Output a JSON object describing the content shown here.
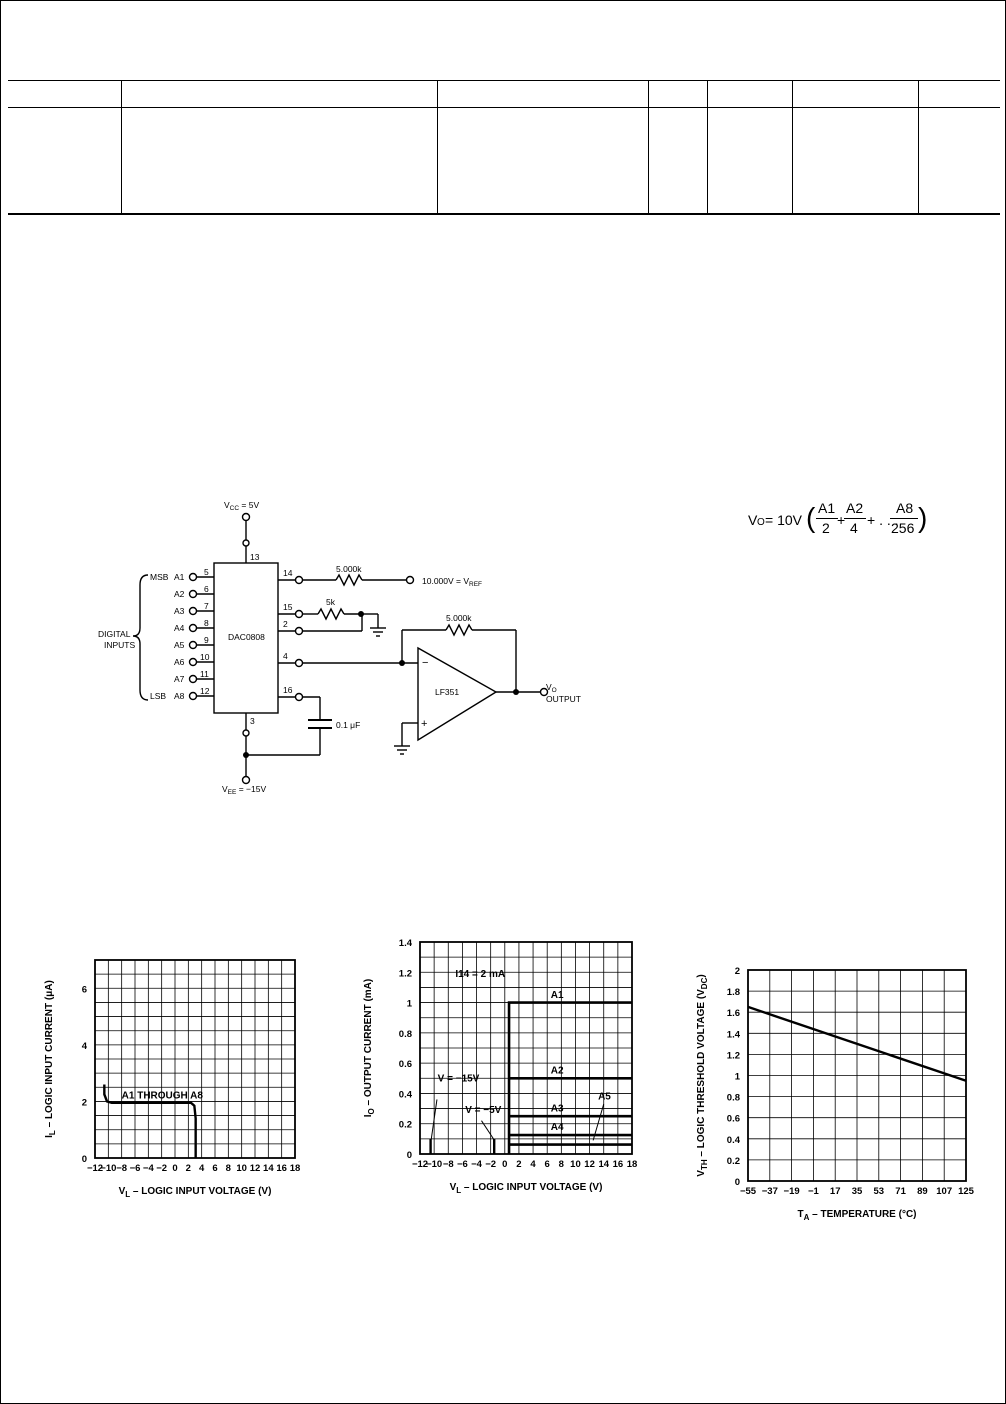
{
  "circuit": {
    "vcc": "V",
    "vcc_sub": "CC",
    "vcc_val": " = 5V",
    "vee": "V",
    "vee_sub": "EE",
    "vee_val": " = −15V",
    "ic_name": "DAC0808",
    "opamp_name": "LF351",
    "msb": "MSB",
    "lsb": "LSB",
    "digital": "DIGITAL",
    "inputs": "INPUTS",
    "inputs_labels": [
      "A1",
      "A2",
      "A3",
      "A4",
      "A5",
      "A6",
      "A7",
      "A8"
    ],
    "input_pins": [
      "5",
      "6",
      "7",
      "8",
      "9",
      "10",
      "11",
      "12"
    ],
    "pin13": "13",
    "pin14": "14",
    "pin15": "15",
    "pin2": "2",
    "pin4": "4",
    "pin16": "16",
    "pin3": "3",
    "r1": "5.000k",
    "r2": "5k",
    "r3": "5.000k",
    "vref_text": "10.000V = V",
    "vref_sub": "REF",
    "cap": "0.1 μF",
    "vo": "V",
    "vo_sub": "O",
    "output": "OUTPUT",
    "minus": "−",
    "plus": "+"
  },
  "formula": {
    "lhs": "V",
    "lhs_sub": "O",
    "eq": " = 10V",
    "n1": "A1",
    "d1": "2",
    "n2": "A2",
    "d2": "4",
    "mid": "+ . . .",
    "n3": "A8",
    "d3": "256",
    "plus": "+"
  },
  "chart_data": [
    {
      "type": "line",
      "title": "",
      "xlabel": "V_L – LOGIC INPUT VOLTAGE (V)",
      "ylabel": "I_L – LOGIC INPUT CURRENT (μA)",
      "xlim": [
        -12,
        18
      ],
      "ylim": [
        0,
        7
      ],
      "xticks": [
        "−12",
        "−10",
        "−8",
        "−6",
        "−4",
        "−2",
        "0",
        "2",
        "4",
        "6",
        "8",
        "10",
        "12",
        "14",
        "16",
        "18"
      ],
      "yticks": [
        "0",
        "2",
        "4",
        "6"
      ],
      "series": [
        {
          "name": "A1 THROUGH A8",
          "x": [
            -10.6,
            -10.6,
            -10.2,
            -9.5,
            2.4,
            2.9,
            3.1,
            3.1
          ],
          "y": [
            2.6,
            2.25,
            2.0,
            1.95,
            1.95,
            1.85,
            1.4,
            0
          ]
        }
      ],
      "grid": true
    },
    {
      "type": "line",
      "title": "",
      "xlabel": "V_L – LOGIC INPUT VOLTAGE (V)",
      "ylabel": "I_O – OUTPUT CURRENT (mA)",
      "xlim": [
        -12,
        18
      ],
      "ylim": [
        0,
        1.4
      ],
      "xticks": [
        "−12",
        "−10",
        "−8",
        "−6",
        "−4",
        "−2",
        "0",
        "2",
        "4",
        "6",
        "8",
        "10",
        "12",
        "14",
        "16",
        "18"
      ],
      "yticks": [
        "0",
        "0.2",
        "0.4",
        "0.6",
        "0.8",
        "1",
        "1.2",
        "1.4"
      ],
      "annotations": [
        "I14 = 2 mA",
        "V = −15V",
        "V = −5V"
      ],
      "series": [
        {
          "name": "A1",
          "x": [
            0.6,
            0.6,
            18
          ],
          "y": [
            0,
            1.0,
            1.0
          ]
        },
        {
          "name": "A2",
          "x": [
            0.6,
            18
          ],
          "y": [
            0.5,
            0.5
          ]
        },
        {
          "name": "A3",
          "x": [
            0.6,
            18
          ],
          "y": [
            0.25,
            0.25
          ]
        },
        {
          "name": "A4",
          "x": [
            0.6,
            18
          ],
          "y": [
            0.125,
            0.125
          ]
        },
        {
          "name": "A5",
          "x": [
            0.6,
            18
          ],
          "y": [
            0.0625,
            0.0625
          ]
        }
      ],
      "grid": true
    },
    {
      "type": "line",
      "title": "",
      "xlabel": "T_A – TEMPERATURE (°C)",
      "ylabel": "V_TH – LOGIC THRESHOLD VOLTAGE (V_DC)",
      "xlim": [
        -55,
        125
      ],
      "ylim": [
        0,
        2
      ],
      "xticks": [
        "−55",
        "−37",
        "−19",
        "−1",
        "17",
        "35",
        "53",
        "71",
        "89",
        "107",
        "125"
      ],
      "yticks": [
        "0",
        "0.2",
        "0.4",
        "0.6",
        "0.8",
        "1",
        "1.2",
        "1.4",
        "1.6",
        "1.8",
        "2"
      ],
      "series": [
        {
          "name": "",
          "x": [
            -55,
            125
          ],
          "y": [
            1.65,
            0.95
          ]
        }
      ],
      "grid": true
    }
  ]
}
